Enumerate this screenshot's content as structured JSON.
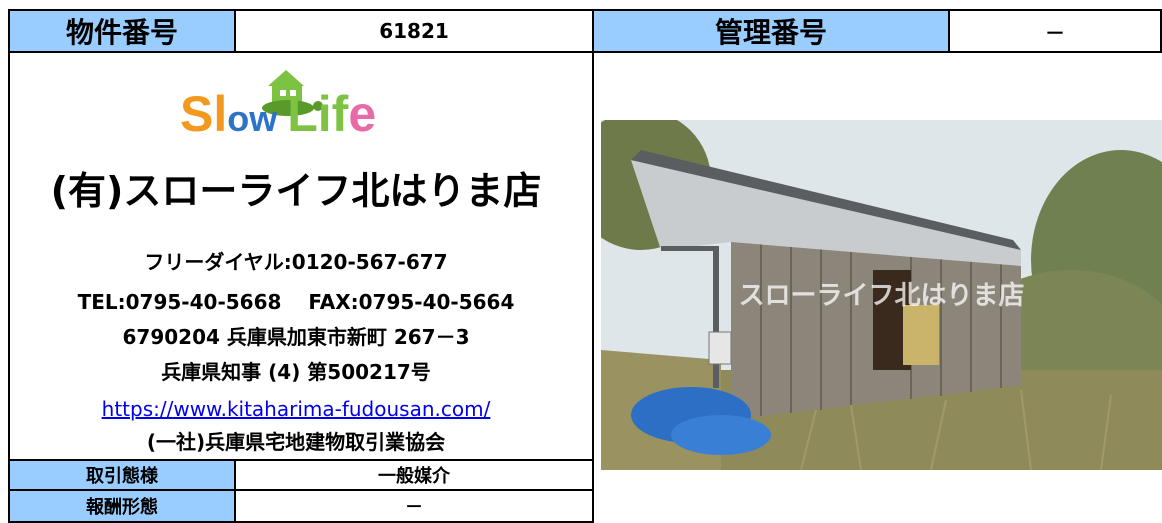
{
  "header": {
    "property_no_label": "物件番号",
    "property_no_value": "61821",
    "mgmt_no_label": "管理番号",
    "mgmt_no_value": "－"
  },
  "logo": {
    "part1": "Sl",
    "part2": "ow",
    "part3": "Lif",
    "part4": "e"
  },
  "company": {
    "name": "(有)スローライフ北はりま店",
    "freedial": "フリーダイヤル:0120-567-677",
    "tel_fax": "TEL:0795-40-5668　 FAX:0795-40-5664",
    "address": "6790204 兵庫県加東市新町 267－3",
    "license": "兵庫県知事 (4) 第500217号",
    "url": "https://www.kitaharima-fudousan.com/",
    "association": "(一社)兵庫県宅地建物取引業協会"
  },
  "rows": [
    {
      "label": "取引態様",
      "value": "一般媒介"
    },
    {
      "label": "報酬形態",
      "value": "－"
    }
  ],
  "photo": {
    "watermark": "スローライフ北はりま店"
  },
  "colors": {
    "header_bg": "#99ccff",
    "logo_orange": "#f39a1e",
    "logo_blue": "#2b74c6",
    "logo_green": "#7dc242",
    "logo_pink": "#e86aa6"
  }
}
